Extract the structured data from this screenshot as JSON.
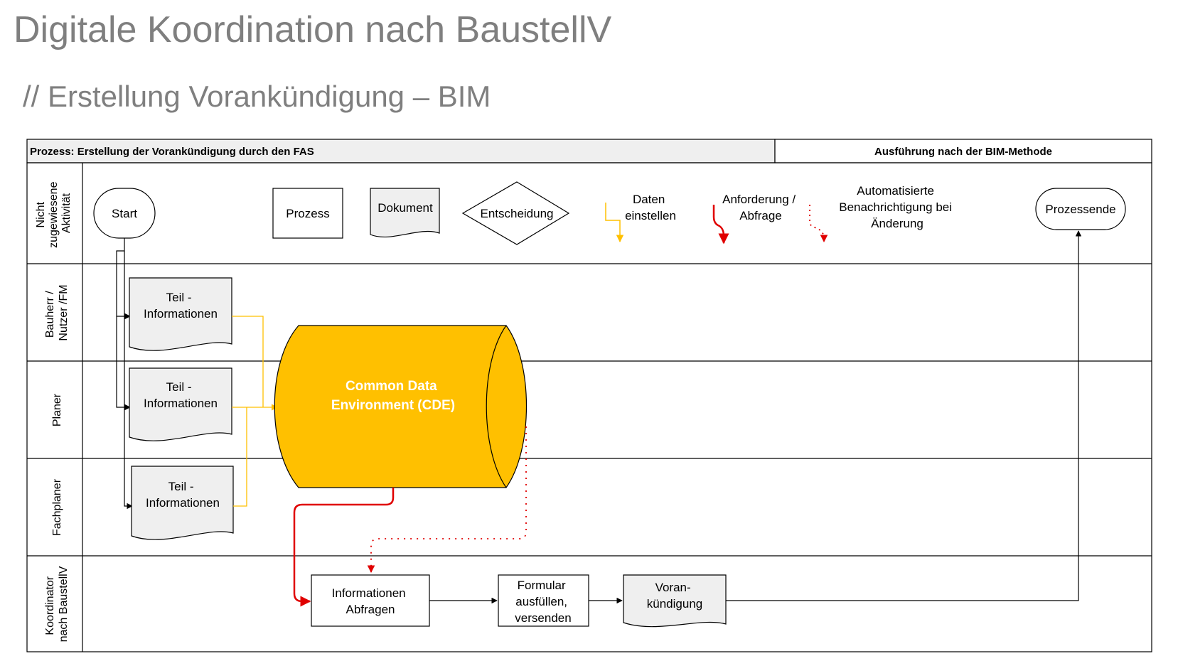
{
  "title": "Digitale Koordination nach BaustellV",
  "subtitle": "// Erstellung Vorankündigung – BIM",
  "header": {
    "left": "Prozess: Erstellung der Vorankündigung durch den FAS",
    "right": "Ausführung nach der BIM-Methode"
  },
  "lanes": [
    {
      "label_lines": [
        "Nicht",
        "zugewiesene",
        "Aktivität"
      ]
    },
    {
      "label_lines": [
        "Bauherr /",
        "Nutzer /FM"
      ]
    },
    {
      "label_lines": [
        "Planer"
      ]
    },
    {
      "label_lines": [
        "Fachplaner"
      ]
    },
    {
      "label_lines": [
        "Koordinator",
        "nach BaustellV"
      ]
    }
  ],
  "legend": {
    "start": "Start",
    "prozess": "Prozess",
    "dokument": "Dokument",
    "entscheidung": "Entscheidung",
    "daten_lines": [
      "Daten",
      "einstellen"
    ],
    "anforderung_lines": [
      "Anforderung /",
      "Abfrage"
    ],
    "auto_lines": [
      "Automatisierte",
      "Benachrichtigung bei",
      "Änderung"
    ],
    "ende": "Prozessende"
  },
  "nodes": {
    "teil1_lines": [
      "Teil -",
      "Informationen"
    ],
    "teil2_lines": [
      "Teil -",
      "Informationen"
    ],
    "teil3_lines": [
      "Teil -",
      "Informationen"
    ],
    "cde_lines": [
      "Common Data",
      "Environment (CDE)"
    ],
    "info_lines": [
      "Informationen",
      "Abfragen"
    ],
    "formular_lines": [
      "Formular",
      "ausfüllen,",
      "versenden"
    ],
    "voran_lines": [
      "Voran-",
      "kündigung"
    ]
  },
  "colors": {
    "title": "#7f7f7f",
    "cde_fill": "#ffc000",
    "data_line": "#ffc000",
    "request_line": "#e00000",
    "header_fill": "#efefef",
    "doc_fill": "#efefef"
  }
}
